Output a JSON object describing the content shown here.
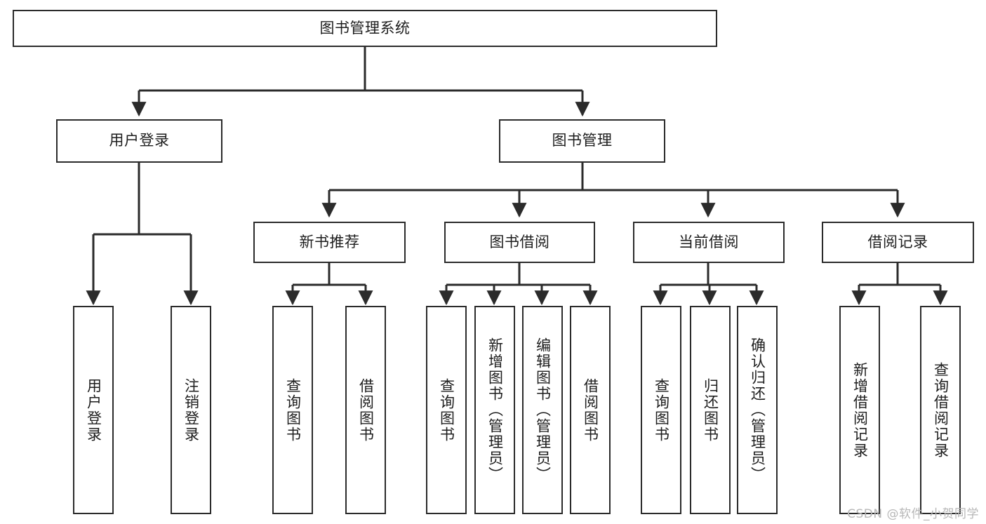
{
  "diagram": {
    "type": "tree-hierarchy-chart",
    "title": "图书管理系统",
    "watermark": "CSDN @软件_小贺同学",
    "colors": {
      "box_border": "#2b2b2b",
      "box_fill": "#ffffff",
      "connector": "#2b2b2b",
      "text": "#1d1d1d",
      "watermark": "#b7b7b7",
      "background": "#ffffff"
    },
    "nodes": {
      "root": {
        "label": "图书管理系统"
      },
      "level2": [
        {
          "id": "user-login",
          "label": "用户登录"
        },
        {
          "id": "book-manage",
          "label": "图书管理"
        }
      ],
      "level3": [
        {
          "id": "new-book-rec",
          "label": "新书推荐"
        },
        {
          "id": "book-borrow",
          "label": "图书借阅"
        },
        {
          "id": "current-borrow",
          "label": "当前借阅"
        },
        {
          "id": "borrow-record",
          "label": "借阅记录"
        }
      ],
      "leaves": {
        "user_login": [
          {
            "id": "leaf-user-login",
            "label": "用户登录"
          },
          {
            "id": "leaf-user-logout",
            "label": "注销登录"
          }
        ],
        "new_book_rec": [
          {
            "id": "leaf-query-book-1",
            "label": "查询图书"
          },
          {
            "id": "leaf-borrow-book-1",
            "label": "借阅图书"
          }
        ],
        "book_borrow": [
          {
            "id": "leaf-query-book-2",
            "label": "查询图书"
          },
          {
            "id": "leaf-add-book",
            "label": "新增图书（管理员）"
          },
          {
            "id": "leaf-edit-book",
            "label": "编辑图书（管理员）"
          },
          {
            "id": "leaf-borrow-book-2",
            "label": "借阅图书"
          }
        ],
        "current_borrow": [
          {
            "id": "leaf-query-book-3",
            "label": "查询图书"
          },
          {
            "id": "leaf-return-book",
            "label": "归还图书"
          },
          {
            "id": "leaf-confirm-return",
            "label": "确认归还（管理员）"
          }
        ],
        "borrow_record": [
          {
            "id": "leaf-add-record",
            "label": "新增借阅记录"
          },
          {
            "id": "leaf-query-record",
            "label": "查询借阅记录"
          }
        ]
      }
    }
  }
}
